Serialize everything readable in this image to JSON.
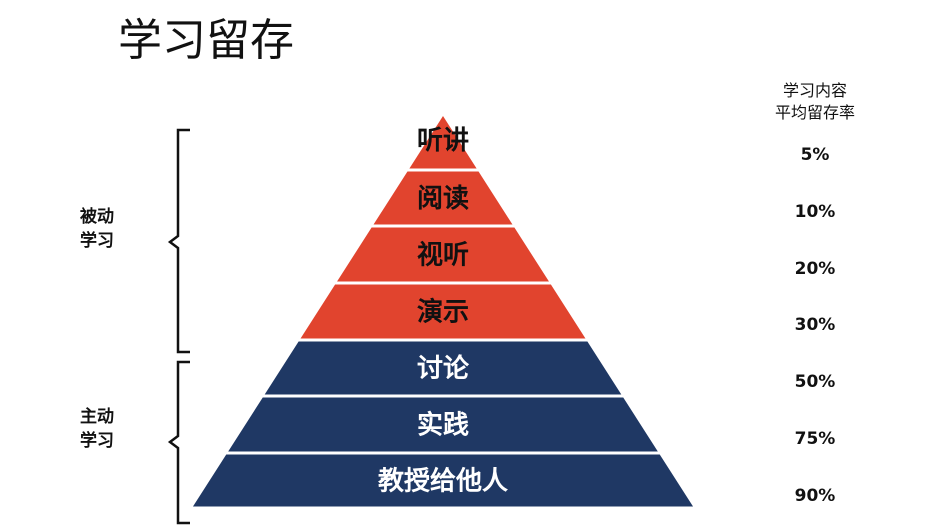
{
  "title": "学习留存",
  "groups": {
    "passive": {
      "line1": "被动",
      "line2": "学习"
    },
    "active": {
      "line1": "主动",
      "line2": "学习"
    }
  },
  "header": {
    "line1": "学习内容",
    "line2": "平均留存率"
  },
  "colors": {
    "passive": "#e1442e",
    "active": "#1f3864"
  },
  "layers": [
    {
      "label": "听讲",
      "rate": "5%",
      "type": "passive"
    },
    {
      "label": "阅读",
      "rate": "10%",
      "type": "passive"
    },
    {
      "label": "视听",
      "rate": "20%",
      "type": "passive"
    },
    {
      "label": "演示",
      "rate": "30%",
      "type": "passive"
    },
    {
      "label": "讨论",
      "rate": "50%",
      "type": "active"
    },
    {
      "label": "实践",
      "rate": "75%",
      "type": "active"
    },
    {
      "label": "教授给他人",
      "rate": "90%",
      "type": "active"
    }
  ]
}
